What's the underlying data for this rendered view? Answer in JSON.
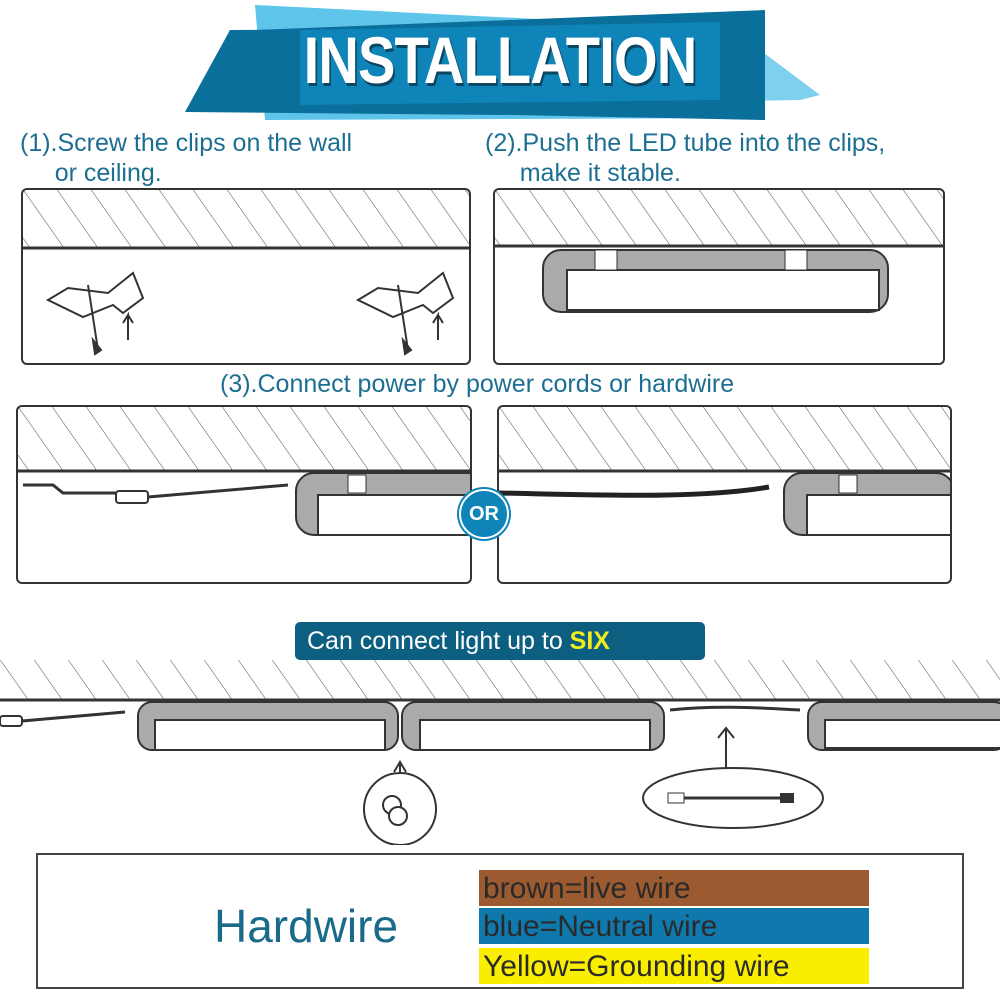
{
  "title": "INSTALLATION",
  "steps": {
    "step1": "(1).Screw the clips on the wall\n     or ceiling.",
    "step2": "(2).Push the LED tube into the clips,\n     make it stable.",
    "step3": "(3).Connect power by power cords or hardwire"
  },
  "or_label": "OR",
  "connect_banner": {
    "text": "Can connect light up to ",
    "highlight": "SIX"
  },
  "legend": {
    "title": "Hardwire",
    "items": [
      {
        "label": "brown=live wire",
        "color": "#9b5a2f"
      },
      {
        "label": "blue=Neutral wire",
        "color": "#0f79ad"
      },
      {
        "label": "Yellow=Grounding wire",
        "color": "#f9ee00"
      }
    ]
  },
  "colors": {
    "banner_dark": "#0a6f9a",
    "banner_light": "#5ec4ea",
    "text": "#1d6f92"
  }
}
